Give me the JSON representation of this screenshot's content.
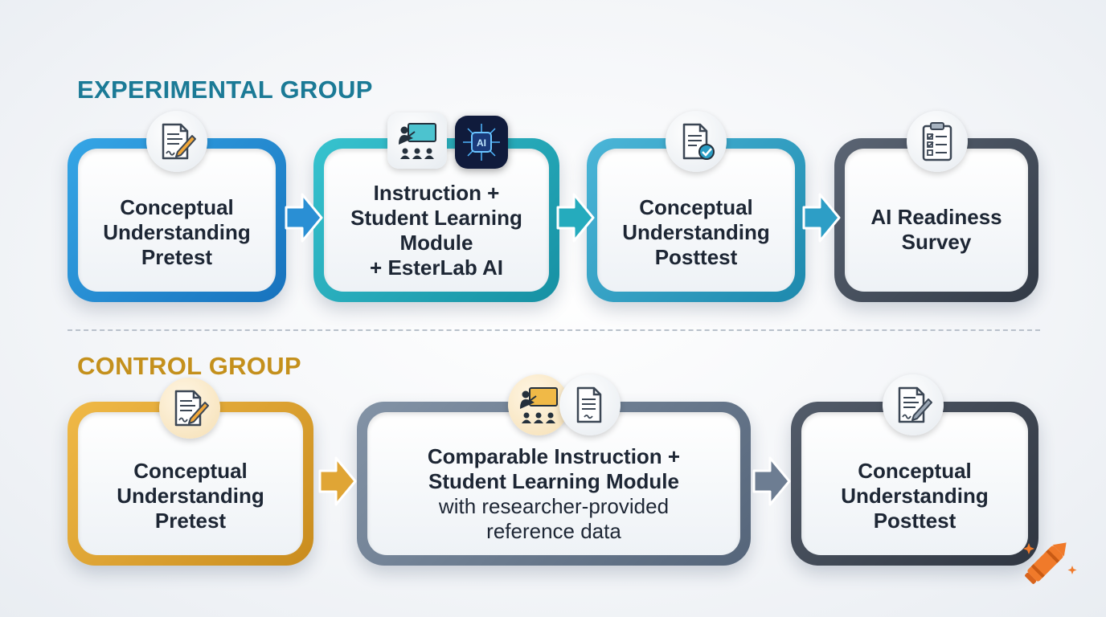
{
  "experimental": {
    "title": "EXPERIMENTAL GROUP",
    "stages": [
      {
        "lines": [
          "Conceptual",
          "Understanding",
          "Pretest"
        ]
      },
      {
        "lines": [
          "Instruction +",
          "Student Learning",
          "Module",
          "+ EsterLab AI"
        ]
      },
      {
        "lines": [
          "Conceptual",
          "Understanding",
          "Posttest"
        ]
      },
      {
        "lines": [
          "AI Readiness",
          "Survey"
        ]
      }
    ],
    "ai_badge_label": "AI"
  },
  "control": {
    "title": "CONTROL GROUP",
    "stages": [
      {
        "lines": [
          "Conceptual",
          "Understanding",
          "Pretest"
        ]
      },
      {
        "lines": [
          "Comparable Instruction +",
          "Student Learning Module",
          "with researcher-provided",
          "reference data"
        ]
      },
      {
        "lines": [
          "Conceptual",
          "Understanding",
          "Posttest"
        ]
      }
    ]
  },
  "icons": {
    "exp_stage1": "document-pen-icon",
    "exp_stage2": [
      "classroom-presenter-icon",
      "ai-chip-icon"
    ],
    "exp_stage3": "document-check-icon",
    "exp_stage4": "clipboard-checklist-icon",
    "ctrl_stage1": "document-pen-icon",
    "ctrl_stage2": [
      "classroom-presenter-icon",
      "document-icon"
    ],
    "ctrl_stage3": "document-pen-icon",
    "brand": "crayon-logo-icon"
  },
  "colors": {
    "experimental_title": "#1b7a96",
    "control_title": "#c4901c",
    "exp_stage1": "#1e85cf",
    "exp_stage2": "#23a9b9",
    "exp_stage3": "#2a9dc4",
    "exp_stage4": "#3a4350",
    "ctrl_stage1": "#d9a030",
    "ctrl_stage2": "#677890",
    "ctrl_stage3": "#3c4450"
  }
}
